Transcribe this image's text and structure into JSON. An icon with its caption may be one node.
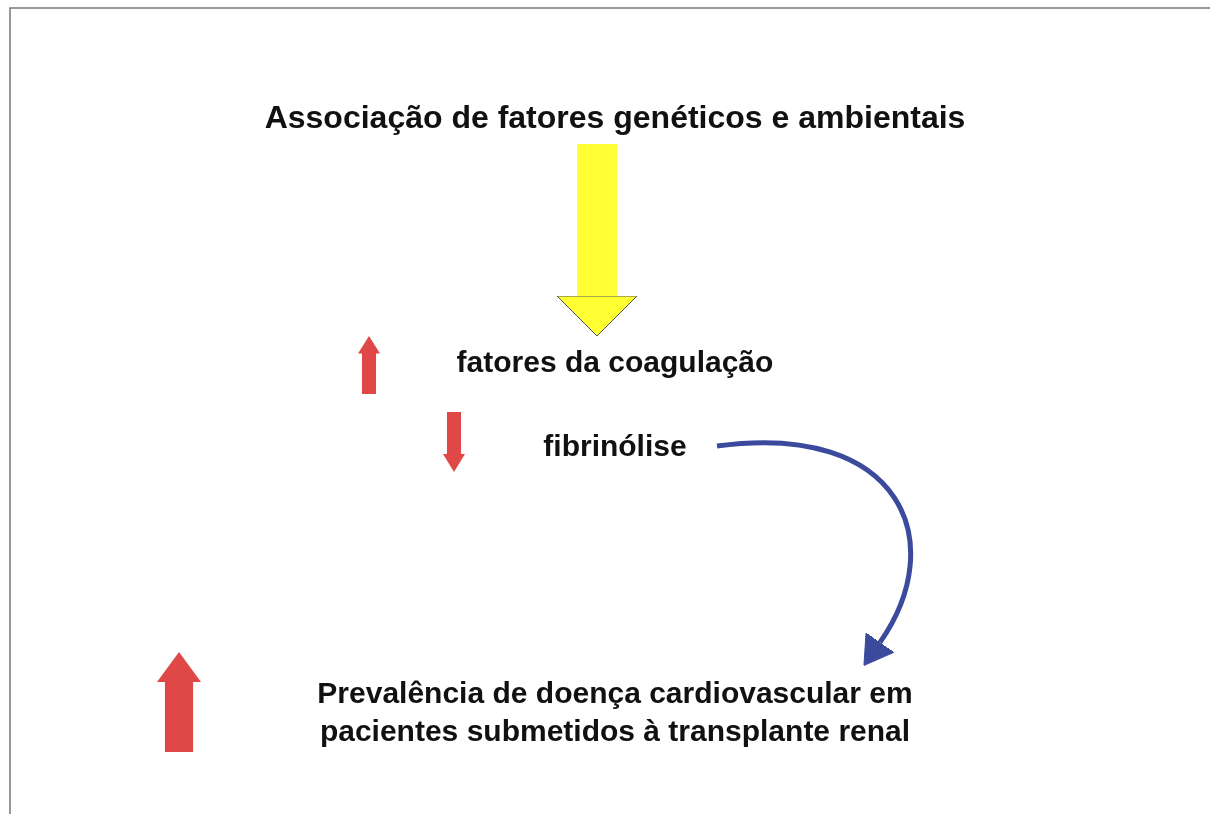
{
  "diagram": {
    "nodes": [
      {
        "text": [
          "Associação de fatores genéticos e ambientais"
        ]
      },
      {
        "text": [
          "fatores da coagulação"
        ]
      },
      {
        "text": [
          "fibrinólise"
        ]
      },
      {
        "text": [
          "Prevalência de doença cardiovascular em pacientes submetidos à transplante renal"
        ]
      }
    ],
    "edges": [
      {
        "from": 0,
        "to": 1,
        "arrow": "to",
        "style": "thick",
        "color": "#ffff33"
      },
      {
        "from": 2,
        "to": 3,
        "arrow": "to",
        "color": "#3b4a9c"
      }
    ]
  }
}
